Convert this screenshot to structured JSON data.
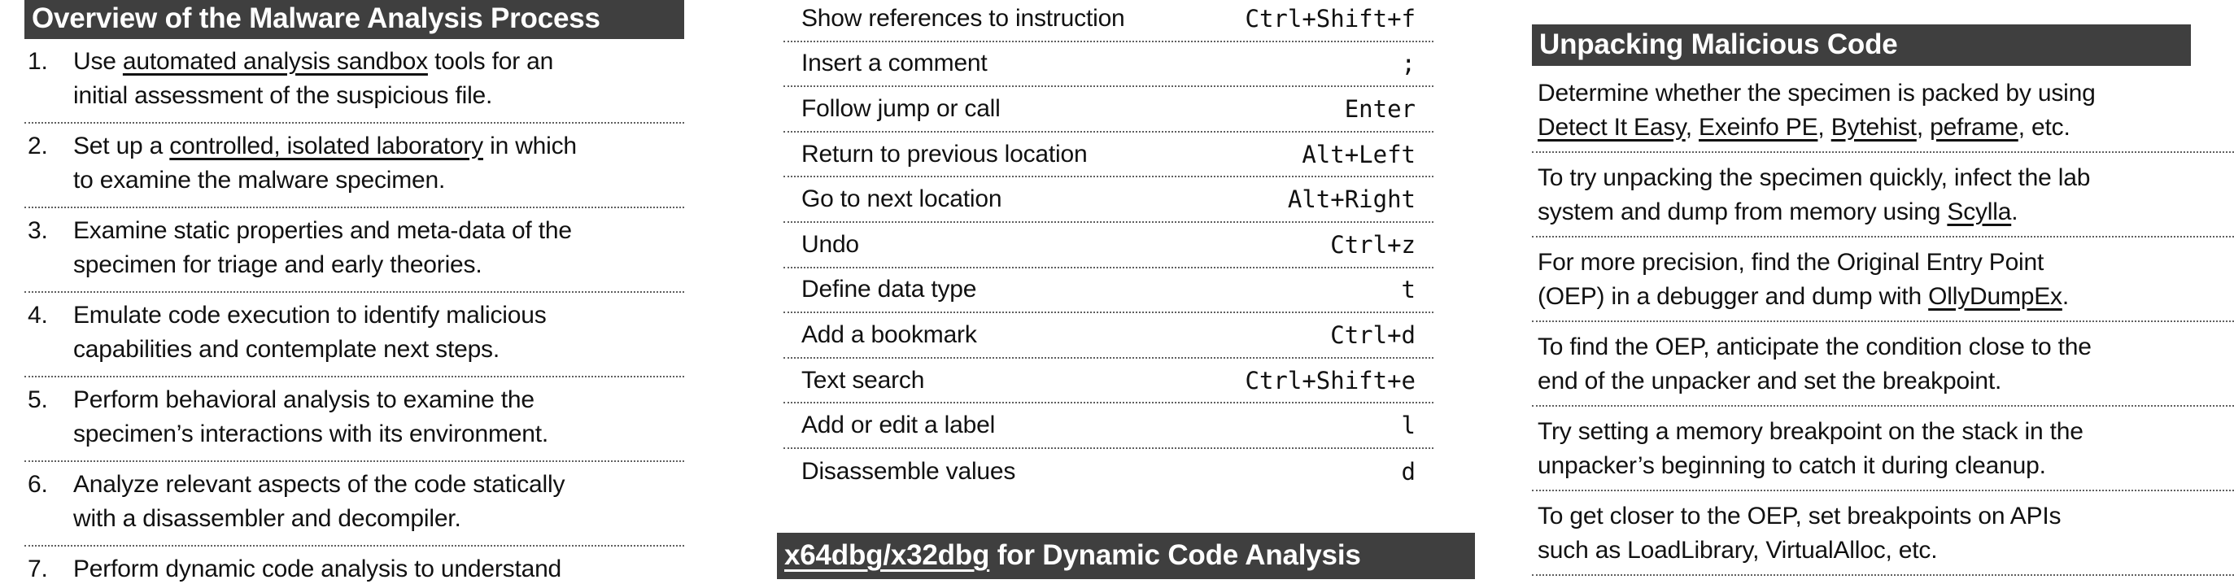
{
  "colors": {
    "page_bg": "#ffffff",
    "header_bar_bg": "#3f3f3f",
    "header_bar_text": "#ffffff",
    "body_text": "#111111",
    "divider": "#5f5f5f"
  },
  "left_column": {
    "header": "Overview of the Malware Analysis Process",
    "items": [
      {
        "number": "1.",
        "lines": [
          [
            {
              "t": "Use "
            },
            {
              "t": "automated analysis sandbox",
              "u": true
            },
            {
              "t": " tools for an"
            }
          ],
          [
            {
              "t": "initial assessment of the suspicious file."
            }
          ]
        ]
      },
      {
        "number": "2.",
        "lines": [
          [
            {
              "t": "Set up a "
            },
            {
              "t": "controlled, isolated laboratory",
              "u": true
            },
            {
              "t": " in which"
            }
          ],
          [
            {
              "t": "to examine the malware specimen."
            }
          ]
        ]
      },
      {
        "number": "3.",
        "lines": [
          [
            {
              "t": "Examine static properties and meta-data of the"
            }
          ],
          [
            {
              "t": "specimen for triage and early theories."
            }
          ]
        ]
      },
      {
        "number": "4.",
        "lines": [
          [
            {
              "t": "Emulate code execution to identify malicious"
            }
          ],
          [
            {
              "t": "capabilities and contemplate next steps."
            }
          ]
        ]
      },
      {
        "number": "5.",
        "lines": [
          [
            {
              "t": "Perform behavioral analysis to examine the"
            }
          ],
          [
            {
              "t": "specimen’s interactions with its environment."
            }
          ]
        ]
      },
      {
        "number": "6.",
        "lines": [
          [
            {
              "t": "Analyze relevant aspects of the code statically"
            }
          ],
          [
            {
              "t": "with a disassembler and decompiler."
            }
          ]
        ]
      },
      {
        "number": "7.",
        "lines": [
          [
            {
              "t": "Perform dynamic code analysis to understand"
            }
          ]
        ]
      }
    ]
  },
  "middle_column": {
    "shortcut_rows": [
      {
        "action": "Show references to instruction",
        "keys": "Ctrl+Shift+f"
      },
      {
        "action": "Insert a comment",
        "keys": ";"
      },
      {
        "action": "Follow jump or call",
        "keys": "Enter"
      },
      {
        "action": "Return to previous location",
        "keys": "Alt+Left"
      },
      {
        "action": "Go to next location",
        "keys": "Alt+Right"
      },
      {
        "action": "Undo",
        "keys": "Ctrl+z"
      },
      {
        "action": "Define data type",
        "keys": "t"
      },
      {
        "action": "Add a bookmark",
        "keys": "Ctrl+d"
      },
      {
        "action": "Text search",
        "keys": "Ctrl+Shift+e"
      },
      {
        "action": "Add or edit a label",
        "keys": "l"
      },
      {
        "action": "Disassemble values",
        "keys": "d"
      }
    ],
    "footer_header_segments": [
      {
        "t": "x64dbg/x32dbg",
        "u": true
      },
      {
        "t": " for Dynamic Code Analysis"
      }
    ]
  },
  "right_column": {
    "header": "Unpacking Malicious Code",
    "paragraphs": [
      [
        [
          {
            "t": "Determine whether the specimen is packed by using"
          }
        ],
        [
          {
            "t": "Detect It Easy",
            "u": true
          },
          {
            "t": ", "
          },
          {
            "t": "Exeinfo PE",
            "u": true
          },
          {
            "t": ", "
          },
          {
            "t": "Bytehist",
            "u": true
          },
          {
            "t": ", "
          },
          {
            "t": "peframe",
            "u": true
          },
          {
            "t": ", etc."
          }
        ]
      ],
      [
        [
          {
            "t": "To try unpacking the specimen quickly, infect the lab"
          }
        ],
        [
          {
            "t": "system and dump from memory using "
          },
          {
            "t": "Scylla",
            "u": true
          },
          {
            "t": "."
          }
        ]
      ],
      [
        [
          {
            "t": "For more precision, find the Original Entry Point"
          }
        ],
        [
          {
            "t": "(OEP) in a debugger and dump with "
          },
          {
            "t": "OllyDumpEx",
            "u": true
          },
          {
            "t": "."
          }
        ]
      ],
      [
        [
          {
            "t": "To find the OEP, anticipate the condition close to the"
          }
        ],
        [
          {
            "t": "end of the unpacker and set the breakpoint."
          }
        ]
      ],
      [
        [
          {
            "t": "Try setting a memory breakpoint on the stack in the"
          }
        ],
        [
          {
            "t": "unpacker’s beginning to catch it during cleanup."
          }
        ]
      ],
      [
        [
          {
            "t": "To get closer to the OEP, set breakpoints on APIs"
          }
        ],
        [
          {
            "t": "such as LoadLibrary, VirtualAlloc, etc."
          }
        ]
      ]
    ]
  }
}
